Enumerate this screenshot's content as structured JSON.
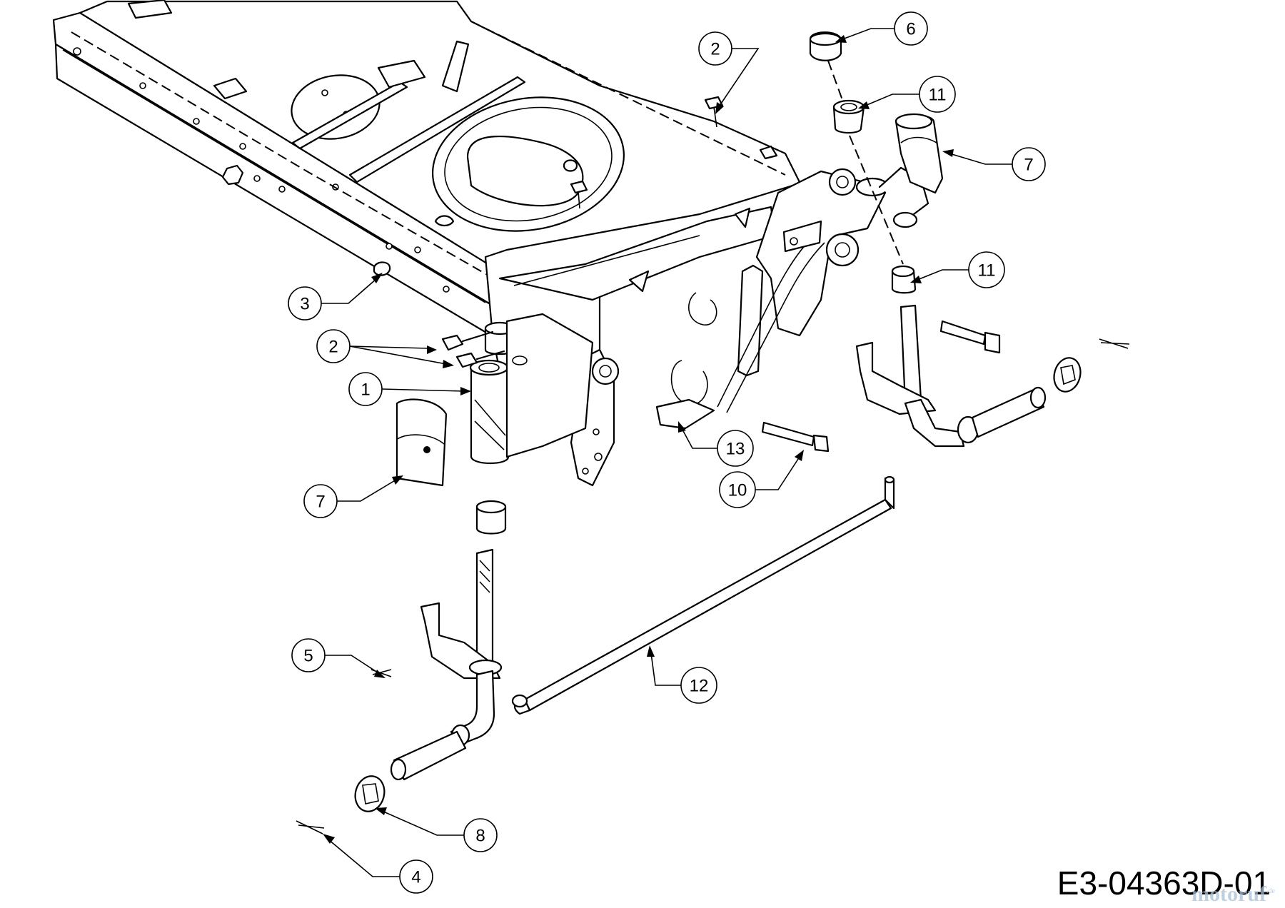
{
  "diagram": {
    "code": "E3-04363D-01",
    "watermark": "motoruf",
    "watermark_suffix": ".de",
    "callouts": [
      {
        "id": "c1",
        "label": "1"
      },
      {
        "id": "c2a",
        "label": "2"
      },
      {
        "id": "c2b",
        "label": "2"
      },
      {
        "id": "c3",
        "label": "3"
      },
      {
        "id": "c4",
        "label": "4"
      },
      {
        "id": "c5",
        "label": "5"
      },
      {
        "id": "c6",
        "label": "6"
      },
      {
        "id": "c7a",
        "label": "7"
      },
      {
        "id": "c7b",
        "label": "7"
      },
      {
        "id": "c8",
        "label": "8"
      },
      {
        "id": "c10",
        "label": "10"
      },
      {
        "id": "c11a",
        "label": "11"
      },
      {
        "id": "c11b",
        "label": "11"
      },
      {
        "id": "c12",
        "label": "12"
      },
      {
        "id": "c13",
        "label": "13"
      }
    ]
  }
}
